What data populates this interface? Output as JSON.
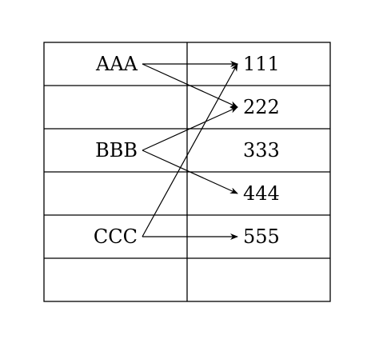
{
  "rows": [
    {
      "left": "AAA",
      "right": "111"
    },
    {
      "left": "",
      "right": "222"
    },
    {
      "left": "BBB",
      "right": "333"
    },
    {
      "left": "",
      "right": "444"
    },
    {
      "left": "CCC",
      "right": "555"
    },
    {
      "left": "",
      "right": ""
    }
  ],
  "mappings": [
    {
      "from": "AAA",
      "to": "111"
    },
    {
      "from": "AAA",
      "to": "222"
    },
    {
      "from": "BBB",
      "to": "222"
    },
    {
      "from": "BBB",
      "to": "444"
    },
    {
      "from": "CCC",
      "to": "111"
    },
    {
      "from": "CCC",
      "to": "555"
    }
  ],
  "colors": {
    "line": "#000000",
    "text": "#000000",
    "background": "#ffffff"
  }
}
